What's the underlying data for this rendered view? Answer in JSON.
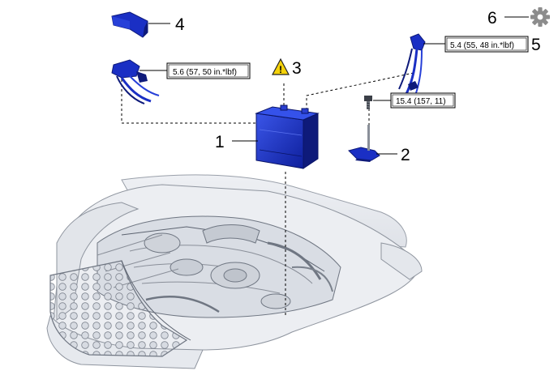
{
  "callouts": {
    "battery": "1",
    "bracket": "2",
    "warning": "3",
    "cover": "4",
    "positive_terminal": "5",
    "settings": "6"
  },
  "torque_specs": {
    "negative_terminal": "5.6 (57, 50 in.*lbf)",
    "positive_terminal": "5.4 (55, 48 in.*lbf)",
    "bracket_bolt": "15.4 (157, 11)"
  },
  "colors": {
    "part_blue": "#1a2fc4",
    "part_blue_dark": "#0e1a7a",
    "warning_yellow": "#f5d20a",
    "gear_gray": "#8c8c8c"
  },
  "icons": {
    "warning": "warning-triangle-icon",
    "settings": "gear-icon"
  }
}
